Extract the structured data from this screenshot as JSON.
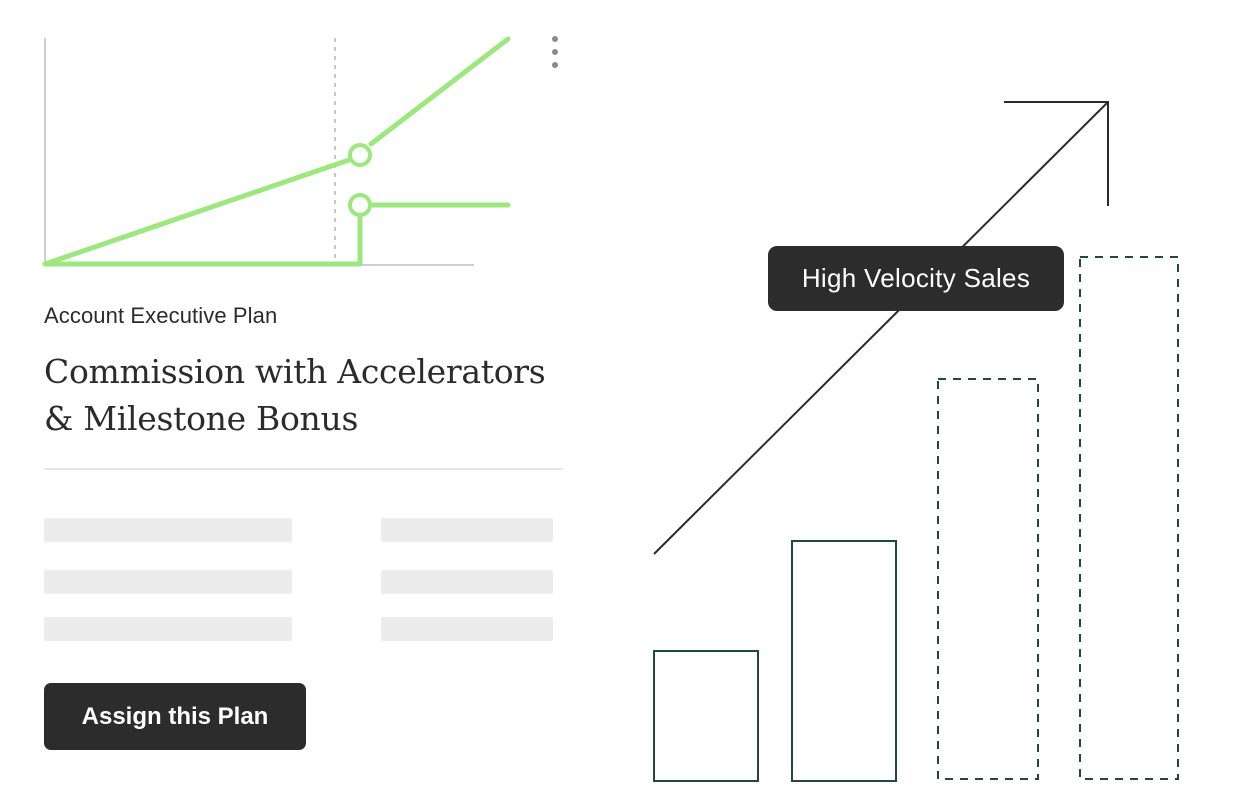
{
  "plan_card": {
    "subtitle": "Account Executive Plan",
    "title_line1": "Commission with Accelerators",
    "title_line2": "& Milestone Bonus",
    "assign_button_label": "Assign this Plan",
    "menu_icon": "kebab-menu-icon",
    "colors": {
      "chart_line": "#9ce87e",
      "axis": "#cfcfcf",
      "button_bg": "#2b2c2b",
      "placeholder": "#ececed",
      "text": "#2b2b2b"
    }
  },
  "illustration": {
    "tag_label": "High Velocity Sales",
    "arrow_icon": "trend-arrow-icon",
    "colors": {
      "bar_outline": "#1f4a3a",
      "arrow": "#2b2b2b",
      "tag_bg": "#2b2c2b"
    },
    "bars": [
      {
        "style": "solid"
      },
      {
        "style": "solid"
      },
      {
        "style": "dashed"
      },
      {
        "style": "dashed"
      }
    ]
  }
}
